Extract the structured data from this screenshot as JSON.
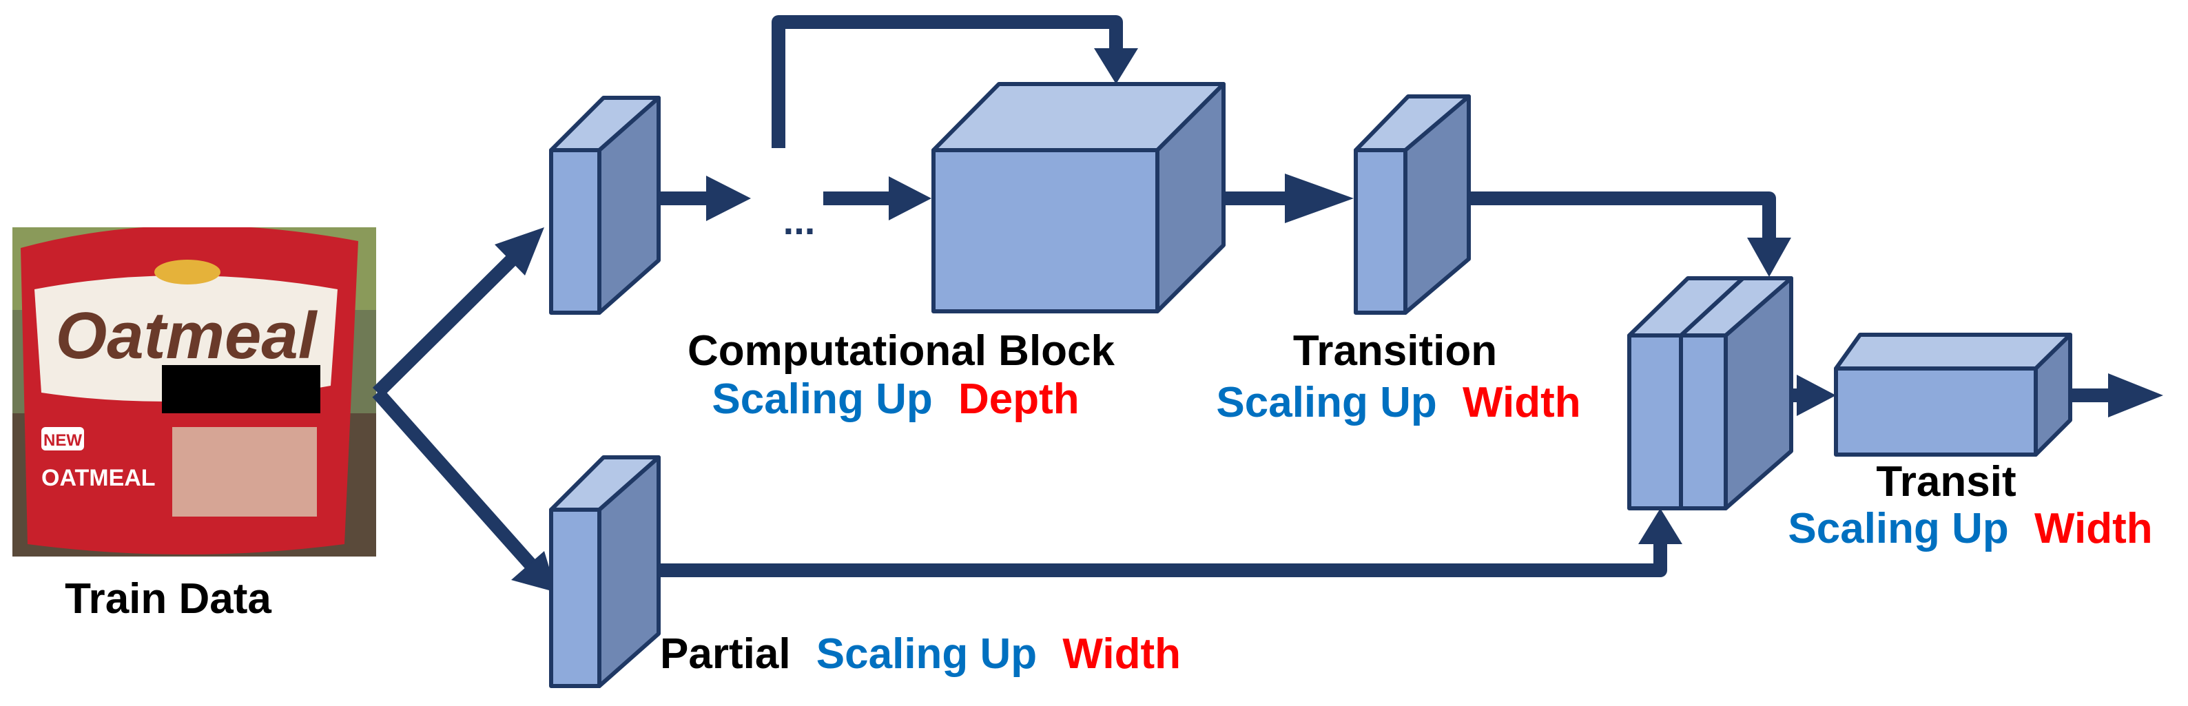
{
  "colors": {
    "front": "#8eaadb",
    "top": "#b4c7e7",
    "side": "#6f87b3",
    "edge": "#1f3864",
    "arrow": "#1f3864",
    "text": "#000000",
    "blue": "#0070c0",
    "red": "#ff0000"
  },
  "image": {
    "label": "Train Data",
    "package_word": "Oatmeal",
    "package_small": "OATMEAL",
    "package_badge": "NEW"
  },
  "ellipsis": "...",
  "computational_block": {
    "name": "Computational Block",
    "scaling": "Scaling Up",
    "target": "Depth"
  },
  "transition": {
    "name": "Transition",
    "scaling": "Scaling Up",
    "target": "Width"
  },
  "transit": {
    "name": "Transit",
    "scaling": "Scaling Up",
    "target": "Width"
  },
  "partial": {
    "name": "Partial",
    "scaling": "Scaling Up",
    "target": "Width"
  }
}
